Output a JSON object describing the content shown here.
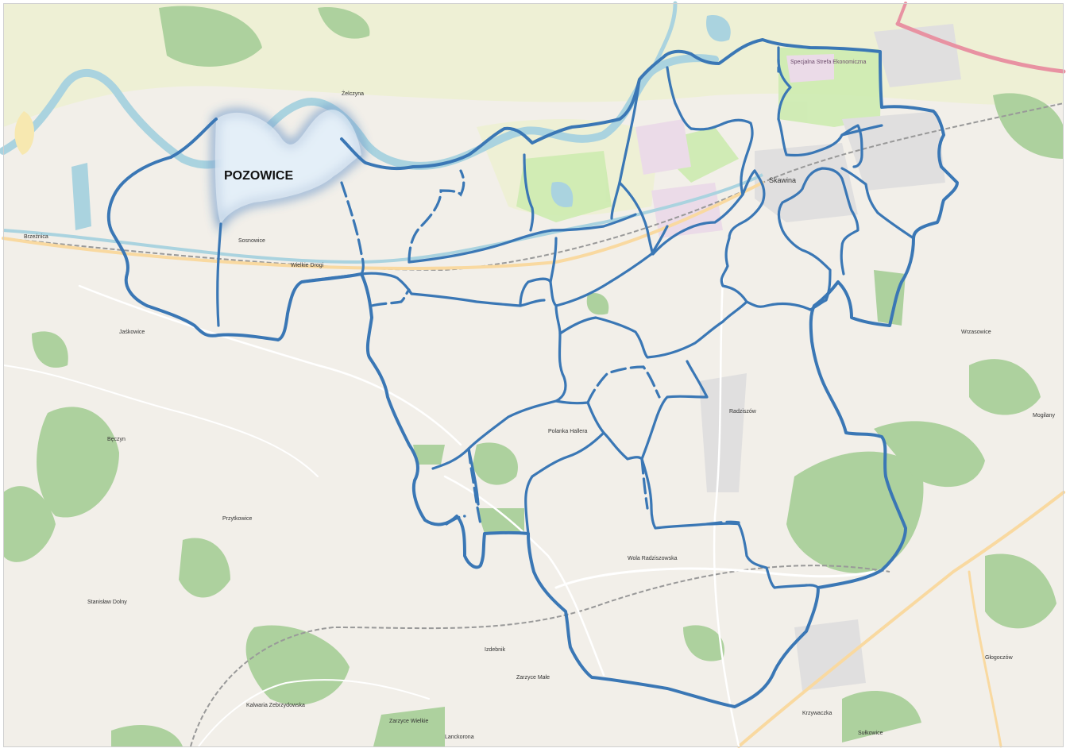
{
  "map": {
    "highlight_label": "POZOWICE",
    "place_labels": {
      "skawina": "Skawina",
      "specjalna_strefa": "Specjalna Strefa Ekonomiczna",
      "sosnowice": "Sosnowice",
      "wielkie_drogi": "Wielkie Drogi",
      "polanka": "Polanka Hallera",
      "radziszow": "Radziszów",
      "wola_radziszowska": "Wola Radziszowska",
      "krzywaczka": "Krzywaczka",
      "zelczyna": "Żelczyna",
      "jaskowice": "Jaśkowice",
      "wrzasowice": "Wrzasowice",
      "mogilany": "Mogilany",
      "zarzyce_wielkie": "Zarzyce Wielkie",
      "zarzyce_male": "Zarzyce Małe",
      "przytkowice": "Przytkowice",
      "lanckorona": "Lanckorona",
      "brzeznica": "Brzeźnica",
      "kalwaria": "Kalwaria Zebrzydowska",
      "barwald": "Bęczyn",
      "stanislaw": "Stanisław Dolny",
      "izdebnik": "Izdebnik",
      "sulkowice": "Sułkowice",
      "glogoczow": "Głogoczów"
    },
    "colors": {
      "boundary": "#3a77b5",
      "highlight": "#2a6fb5",
      "forest": "#add19e",
      "water": "#aad3df",
      "background": "#f2efe9",
      "farmland": "#eef0d5",
      "industrial": "#ebdbe8",
      "residential": "#e0dfdf",
      "motorway": "#e892a2",
      "main_road": "#f9d9a0"
    }
  }
}
